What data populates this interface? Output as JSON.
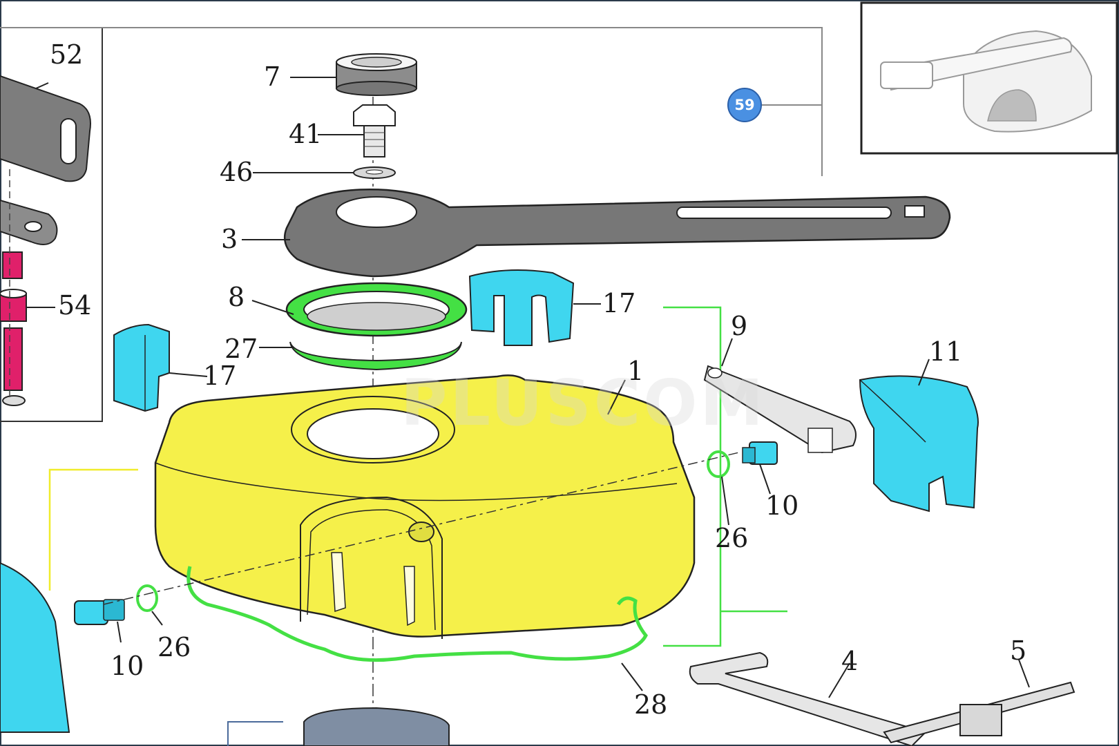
{
  "watermark": "PLUSCOM",
  "badge": {
    "label": "59",
    "color": "#4a90e2"
  },
  "colors": {
    "yellow": "#f5f04a",
    "green": "#44e044",
    "cyan": "#3fd6ef",
    "magenta": "#e0206a",
    "gray": "#8c8c8c"
  },
  "callouts": [
    {
      "id": "52",
      "label": "52"
    },
    {
      "id": "54",
      "label": "54"
    },
    {
      "id": "17a",
      "label": "17"
    },
    {
      "id": "7",
      "label": "7"
    },
    {
      "id": "41",
      "label": "41"
    },
    {
      "id": "46",
      "label": "46"
    },
    {
      "id": "3",
      "label": "3"
    },
    {
      "id": "8",
      "label": "8"
    },
    {
      "id": "27",
      "label": "27"
    },
    {
      "id": "17b",
      "label": "17"
    },
    {
      "id": "9",
      "label": "9"
    },
    {
      "id": "1",
      "label": "1"
    },
    {
      "id": "11",
      "label": "11"
    },
    {
      "id": "10a",
      "label": "10"
    },
    {
      "id": "26a",
      "label": "26"
    },
    {
      "id": "10b",
      "label": "10"
    },
    {
      "id": "26b",
      "label": "26"
    },
    {
      "id": "28",
      "label": "28"
    },
    {
      "id": "4",
      "label": "4"
    },
    {
      "id": "5",
      "label": "5"
    }
  ]
}
